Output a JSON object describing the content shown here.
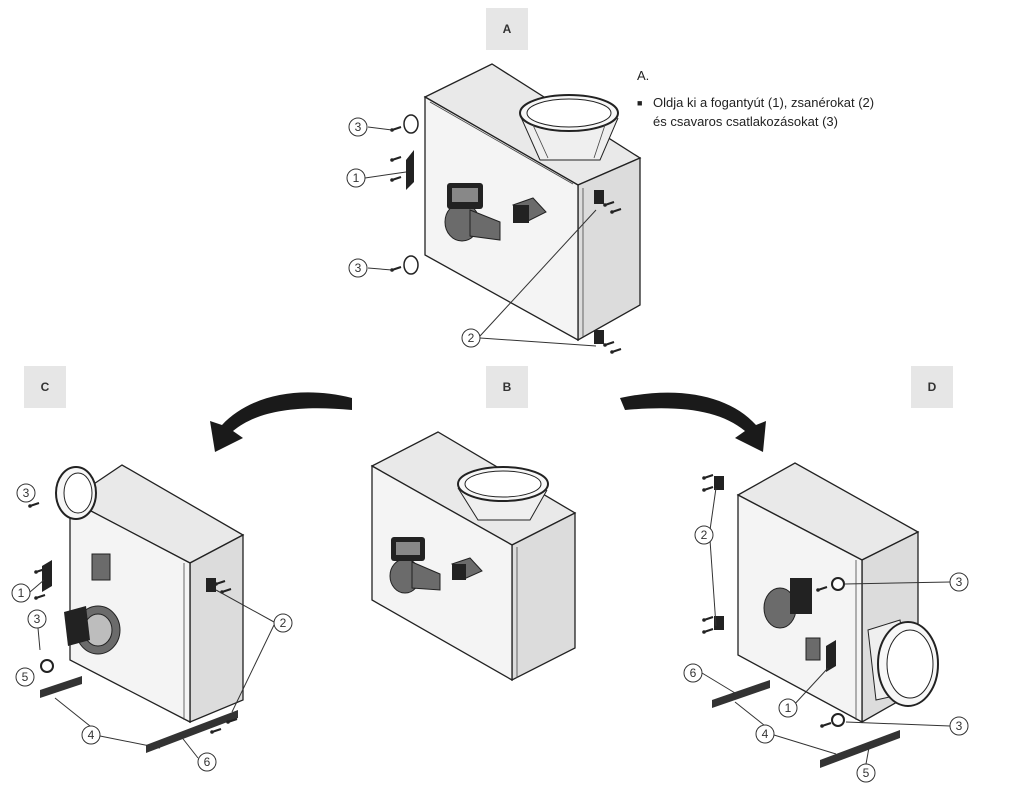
{
  "steps": [
    {
      "key": "A",
      "label": "A"
    },
    {
      "key": "B",
      "label": "B"
    },
    {
      "key": "C",
      "label": "C"
    },
    {
      "key": "D",
      "label": "D"
    }
  ],
  "instruction": {
    "heading": "A.",
    "bullet_symbol": "■",
    "text_line1": "Oldja ki a fogantyút (1), zsanérokat (2)",
    "text_line2": "és csavaros csatlakozásokat (3)"
  },
  "callouts": {
    "A": [
      "3",
      "1",
      "3",
      "2"
    ],
    "C": [
      "3",
      "1",
      "3",
      "5",
      "2",
      "4",
      "6"
    ],
    "D": [
      "2",
      "3",
      "6",
      "1",
      "4",
      "3",
      "5"
    ]
  },
  "colors": {
    "badge_bg": "#e6e6e6",
    "line": "#222222",
    "panel": "#f4f4f4"
  }
}
